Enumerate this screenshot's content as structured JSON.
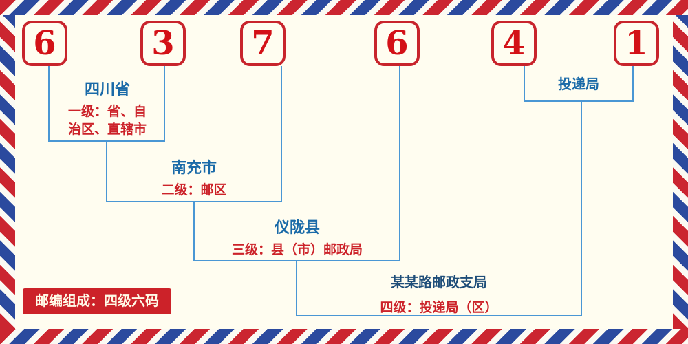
{
  "postal": {
    "digits": [
      "6",
      "3",
      "7",
      "6",
      "4",
      "1"
    ]
  },
  "annotations": {
    "level1": {
      "name": "四川省",
      "desc_lines": [
        "一级：省、自",
        "治区、直辖市"
      ]
    },
    "level2": {
      "name": "南充市",
      "desc": "二级：邮区"
    },
    "level3": {
      "name": "仪陇县",
      "desc": "三级：县（市）邮政局"
    },
    "level4": {
      "name": "某某路邮政支局",
      "desc": "四级：投递局（区）"
    },
    "delivery_office": {
      "name": "投递局"
    }
  },
  "footer": {
    "text": "邮编组成：四级六码"
  },
  "colors": {
    "digit_red": "#d31117",
    "box_border_red": "#c8242c",
    "stripe_red": "#cb2530",
    "stripe_blue": "#2b4a9e",
    "connector_blue": "#4a97d4",
    "label_blue": "#1a6aa8",
    "branch_navy": "#1f4e79",
    "desc_red": "#cc2229",
    "background_cream": "#fffdf0"
  }
}
